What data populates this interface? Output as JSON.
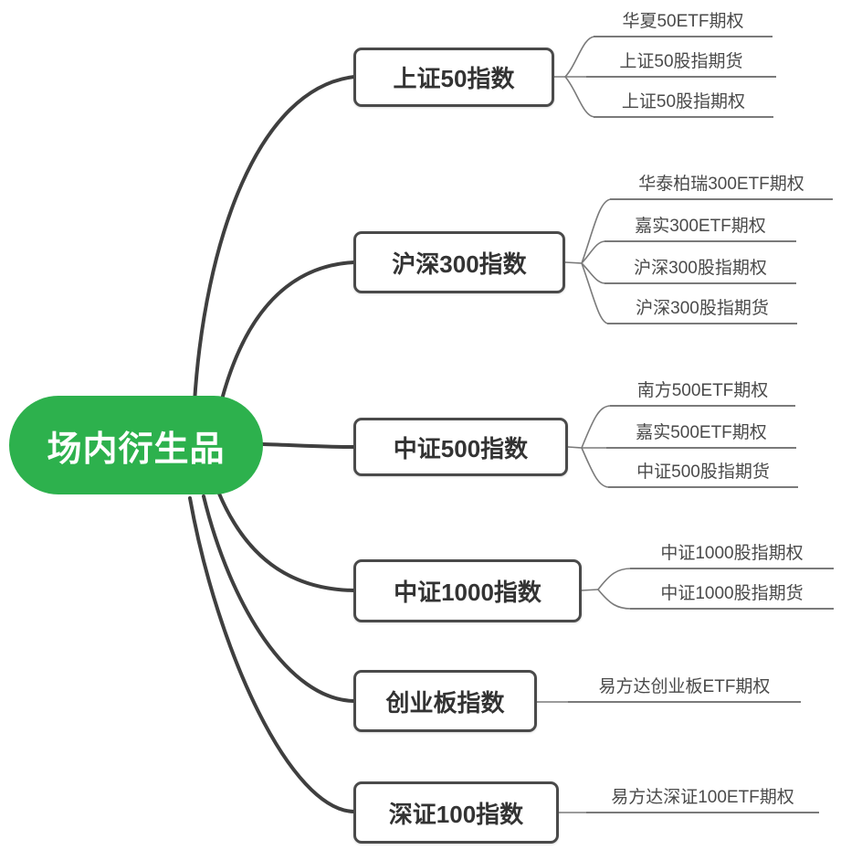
{
  "root": {
    "label": "场内衍生品"
  },
  "branches": [
    {
      "label": "上证50指数",
      "children": [
        {
          "label": "华夏50ETF期权"
        },
        {
          "label": "上证50股指期货"
        },
        {
          "label": "上证50股指期权"
        }
      ]
    },
    {
      "label": "沪深300指数",
      "children": [
        {
          "label": "华泰柏瑞300ETF期权"
        },
        {
          "label": "嘉实300ETF期权"
        },
        {
          "label": "沪深300股指期权"
        },
        {
          "label": "沪深300股指期货"
        }
      ]
    },
    {
      "label": "中证500指数",
      "children": [
        {
          "label": "南方500ETF期权"
        },
        {
          "label": "嘉实500ETF期权"
        },
        {
          "label": "中证500股指期货"
        }
      ]
    },
    {
      "label": "中证1000指数",
      "children": [
        {
          "label": "中证1000股指期权"
        },
        {
          "label": "中证1000股指期货"
        }
      ]
    },
    {
      "label": "创业板指数",
      "children": [
        {
          "label": "易方达创业板ETF期权"
        }
      ]
    },
    {
      "label": "深证100指数",
      "children": [
        {
          "label": "易方达深证100ETF期权"
        }
      ]
    }
  ],
  "colors": {
    "root_bg": "#2DB14D",
    "root_text": "#FFFFFF",
    "branch_border": "#4A4A4A",
    "branch_text": "#333333",
    "leaf_text": "#4A4A4A",
    "main_link": "#3F3F3F",
    "sub_link": "#7A7A7A",
    "canvas_bg": "#FFFFFF"
  }
}
